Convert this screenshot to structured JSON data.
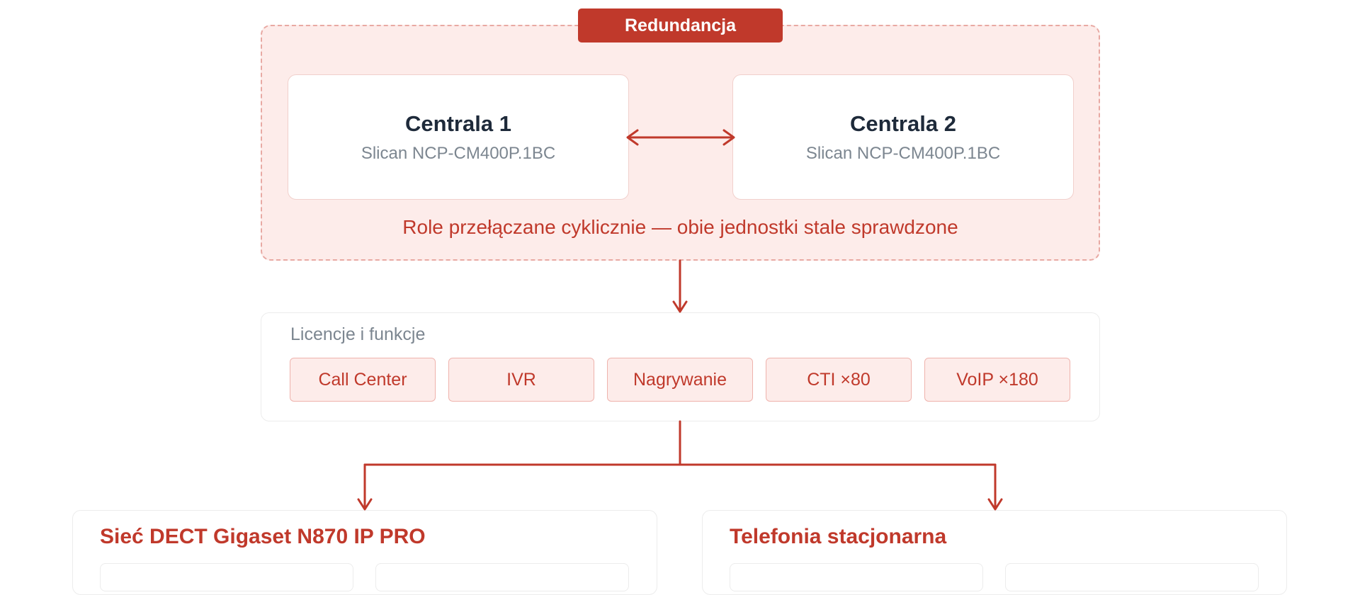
{
  "redundancy": {
    "badge": "Redundancja",
    "units": [
      {
        "name": "Centrala 1",
        "model": "Slican NCP-CM400P.1BC"
      },
      {
        "name": "Centrala 2",
        "model": "Slican NCP-CM400P.1BC"
      }
    ],
    "note": "Role przełączane cyklicznie — obie jednostki stale sprawdzone"
  },
  "licenses": {
    "title": "Licencje i funkcje",
    "items": [
      "Call Center",
      "IVR",
      "Nagrywanie",
      "CTI ×80",
      "VoIP ×180"
    ]
  },
  "sections": [
    {
      "title": "Sieć DECT Gigaset N870 IP PRO"
    },
    {
      "title": "Telefonia stacjonarna"
    }
  ],
  "colors": {
    "accent": "#c0392b",
    "zone_fill": "#fdecea",
    "zone_border": "#e8a9a3",
    "muted_text": "#7c8690",
    "dark_text": "#1e2a3a"
  }
}
